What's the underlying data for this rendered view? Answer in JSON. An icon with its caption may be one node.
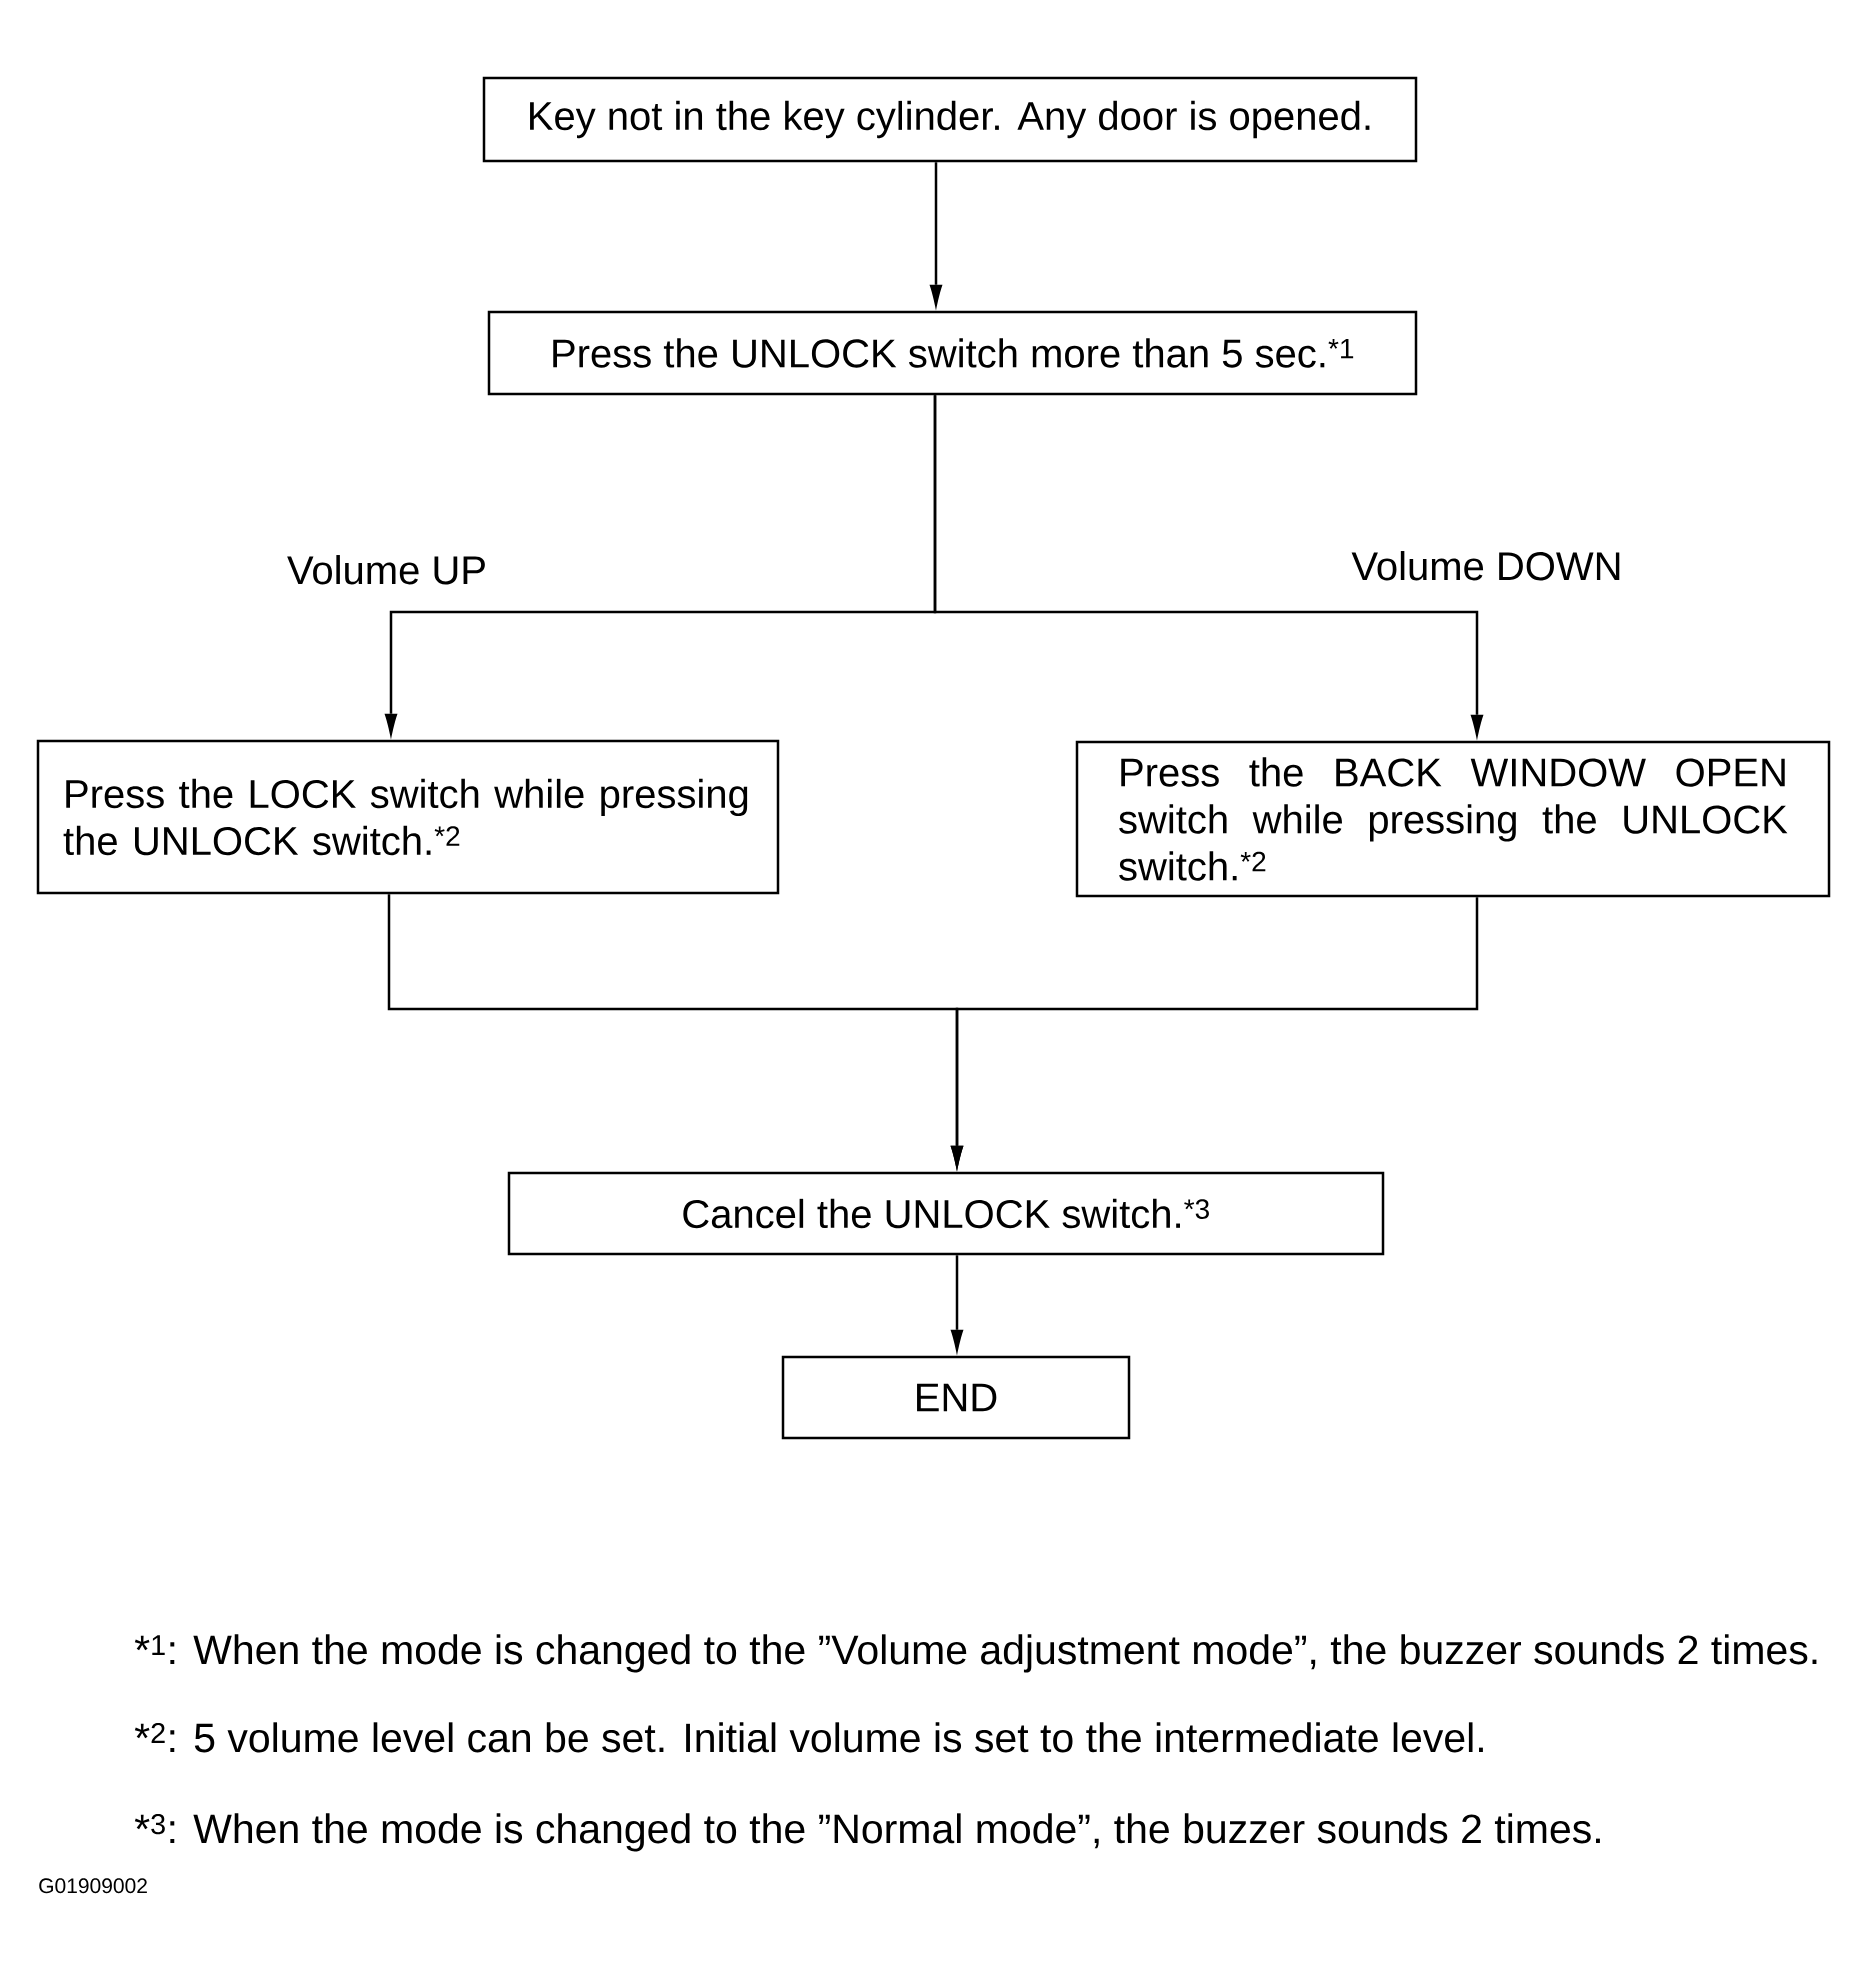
{
  "diagram": {
    "nodes": [
      {
        "text": [
          "Key not in the key cylinder. Any door is opened."
        ]
      },
      {
        "text": [
          "Press the UNLOCK switch more than 5 sec.$^{*1}$"
        ]
      },
      {
        "text": [
          "Press the LOCK switch while pressing the UNLOCK switch.$^{*2}$"
        ]
      },
      {
        "text": [
          "Press the BACK WINDOW OPEN switch while pressing the UNLOCK switch.$^{*2}$"
        ]
      },
      {
        "text": [
          "Cancel the UNLOCK switch.$^{*3}$"
        ]
      },
      {
        "text": [
          "END"
        ]
      }
    ],
    "edges": [
      {
        "from": 0,
        "to": 1,
        "arrow": "to"
      },
      {
        "from": 1,
        "to": 2,
        "arrow": "to",
        "label": "Volume UP"
      },
      {
        "from": 1,
        "to": 3,
        "arrow": "to",
        "label": "Volume DOWN"
      },
      {
        "from": 2,
        "to": 4,
        "arrow": "to"
      },
      {
        "from": 3,
        "to": 4,
        "arrow": "to"
      },
      {
        "from": 4,
        "to": 5,
        "arrow": "to"
      }
    ],
    "labels": [
      "*$^{1}$: When the mode is changed to the ”Volume adjustment mode”, the buzzer sounds 2 times.",
      "*$^{2}$: 5 volume level can be set. Initial volume is set to the intermediate level.",
      "*$^{3}$: When the mode is changed to the ”Normal mode”, the buzzer sounds 2 times.",
      "G01909002"
    ]
  }
}
